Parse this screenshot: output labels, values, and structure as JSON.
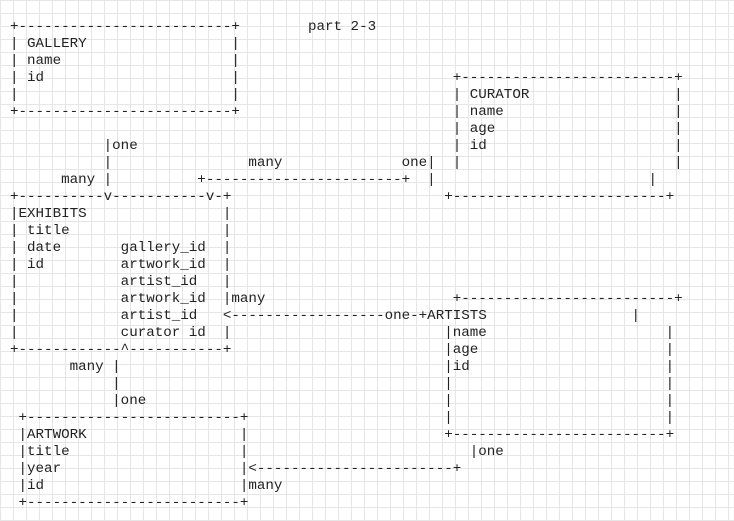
{
  "diagram_title": "part 2-3",
  "ascii_lines": [
    "+-------------------------+        part 2-3",
    "| GALLERY                 |",
    "| name                    |",
    "| id                      |                         +-------------------------+",
    "|                         |                         | CURATOR                 |",
    "+-------------------------+                         | name                    |",
    "                                                    | age                     |",
    "           |one                                     | id                      |",
    "           |                many              one|  |                         |",
    "      many |          +-----------------------+  |                         |",
    "+----------v-----------v-+                         +-------------------------+",
    "|EXHIBITS                |",
    "| title                  |",
    "| date       gallery_id  |",
    "| id         artwork_id  |",
    "|            artist_id   |",
    "|            artwork_id  |many                      +-------------------------+",
    "|            artist_id   <------------------one-+ARTISTS                 |",
    "|            curator id  |                         |name                     |",
    "+------------^-----------+                         |age                      |",
    "       many |                                      |id                       |",
    "            |                                      |                         |",
    "            |one                                   |                         |",
    " +-------------------------+                       |                         |",
    " |ARTWORK                  |                       +-------------------------+",
    " |title                    |                          |one",
    " |year                     |<-----------------------+",
    " |id                       |many",
    " +-------------------------+"
  ]
}
